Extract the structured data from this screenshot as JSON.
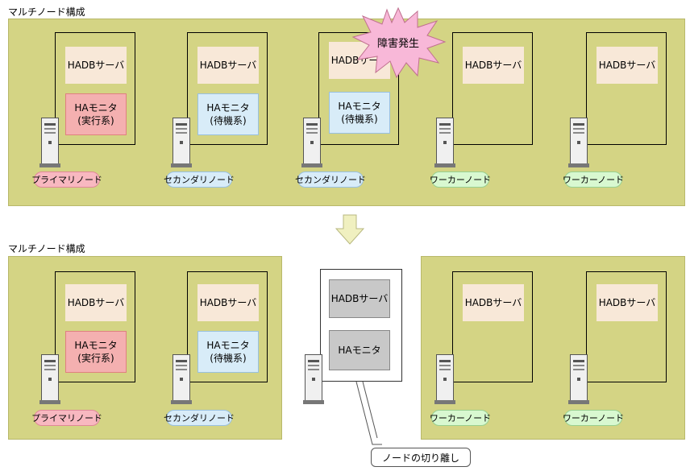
{
  "top": {
    "title": "マルチノード構成",
    "alert": "障害発生",
    "nodes": [
      {
        "server": "HADBサーバ",
        "monitor": "HAモニタ\n(実行系)",
        "badge": "プライマリノード"
      },
      {
        "server": "HADBサーバ",
        "monitor": "HAモニタ\n(待機系)",
        "badge": "セカンダリノード"
      },
      {
        "server": "HADBサーバ",
        "monitor": "HAモニタ\n(待機系)",
        "badge": "セカンダリノード"
      },
      {
        "server": "HADBサーバ",
        "badge": "ワーカーノード"
      },
      {
        "server": "HADBサーバ",
        "badge": "ワーカーノード"
      }
    ]
  },
  "bottom": {
    "title": "マルチノード構成",
    "nodes_left": [
      {
        "server": "HADBサーバ",
        "monitor": "HAモニタ\n(実行系)",
        "badge": "プライマリノード"
      },
      {
        "server": "HADBサーバ",
        "monitor": "HAモニタ\n(待機系)",
        "badge": "セカンダリノード"
      }
    ],
    "detached": {
      "server": "HADBサーバ",
      "monitor": "HAモニタ"
    },
    "nodes_right": [
      {
        "server": "HADBサーバ",
        "badge": "ワーカーノード"
      },
      {
        "server": "HADBサーバ",
        "badge": "ワーカーノード"
      }
    ],
    "callout": "ノードの切り離し"
  },
  "colors": {
    "region": "#d4d484",
    "server": "#f8e8d8",
    "monitor_exec": "#f4b0b0",
    "monitor_wait": "#d8ecf8",
    "badge_primary": "#f8b8c0",
    "badge_secondary": "#d8ecf8",
    "badge_worker": "#d8f8d0",
    "alert": "#f8b8d8",
    "arrow": "#f0f0c0"
  }
}
